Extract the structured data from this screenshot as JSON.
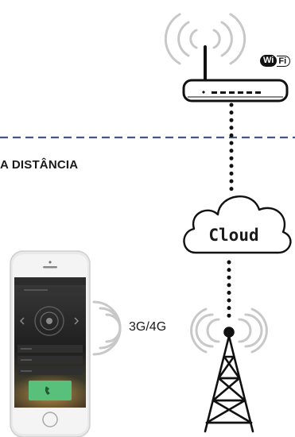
{
  "heading": "A DISTÂNCIA",
  "cloud_label": "Cloud",
  "network_label": "3G/4G",
  "wifi_badge": {
    "wi": "Wi",
    "fi": "Fi"
  },
  "colors": {
    "dashed_line": "#3f5a86",
    "waves": "#c8c8c8",
    "ink": "#111111"
  },
  "icons": [
    "router-icon",
    "wifi-logo",
    "cloud-icon",
    "smartphone-icon",
    "cell-tower-icon",
    "signal-waves-icon"
  ]
}
